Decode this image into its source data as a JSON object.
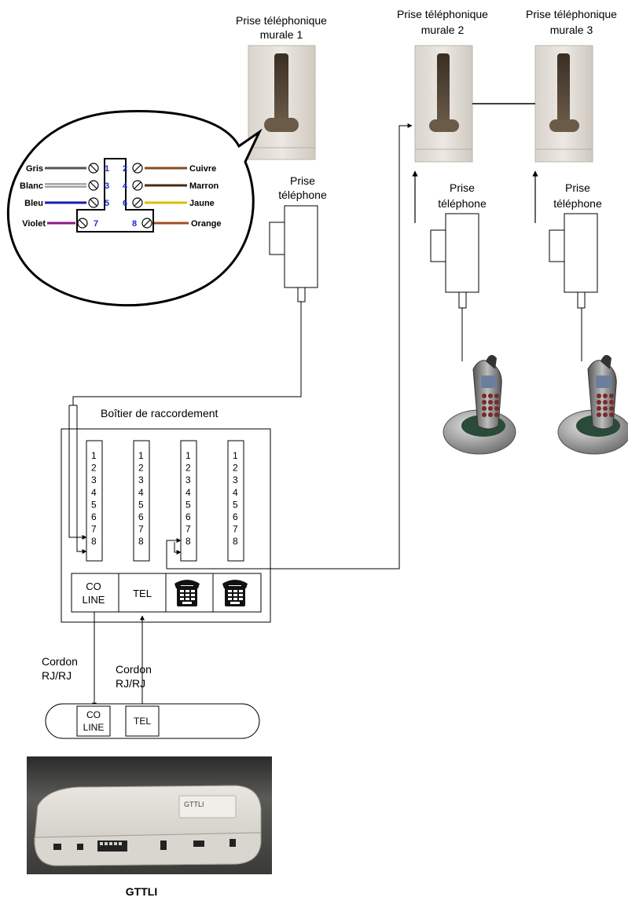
{
  "wall_sockets": [
    {
      "title_line1": "Prise téléphonique",
      "title_line2": "murale 1"
    },
    {
      "title_line1": "Prise téléphonique",
      "title_line2": "murale 2"
    },
    {
      "title_line1": "Prise téléphonique",
      "title_line2": "murale 3"
    }
  ],
  "phone_plugs": [
    {
      "line1": "Prise",
      "line2": "téléphone"
    },
    {
      "line1": "Prise",
      "line2": "téléphone"
    },
    {
      "line1": "Prise",
      "line2": "téléphone"
    }
  ],
  "wiring": {
    "left": [
      {
        "color_name": "Gris",
        "number": "1",
        "hex": "#555555"
      },
      {
        "color_name": "Blanc",
        "number": "3",
        "hex": "#dddddd"
      },
      {
        "color_name": "Bleu",
        "number": "5",
        "hex": "#1a1ab0"
      },
      {
        "color_name": "Violet",
        "number": "7",
        "hex": "#8a1a8a"
      }
    ],
    "right": [
      {
        "color_name": "Cuivre",
        "number": "2",
        "hex": "#8a4a20"
      },
      {
        "color_name": "Marron",
        "number": "4",
        "hex": "#4a2a10"
      },
      {
        "color_name": "Jaune",
        "number": "6",
        "hex": "#d8c000"
      },
      {
        "color_name": "Orange",
        "number": "8",
        "hex": "#a05020"
      }
    ]
  },
  "junction_box": {
    "title": "Boîtier de raccordement",
    "pin_numbers": [
      "1",
      "2",
      "3",
      "4",
      "5",
      "6",
      "7",
      "8"
    ],
    "ports": [
      {
        "line1": "CO",
        "line2": "LINE",
        "kind": "text"
      },
      {
        "line1": "TEL",
        "line2": "",
        "kind": "text"
      },
      {
        "icon": "telephone-icon",
        "kind": "icon"
      },
      {
        "icon": "telephone-icon",
        "kind": "icon"
      }
    ]
  },
  "cords": [
    {
      "line1": "Cordon",
      "line2": "RJ/RJ"
    },
    {
      "line1": "Cordon",
      "line2": "RJ/RJ"
    }
  ],
  "device": {
    "port_co_line1": "CO",
    "port_co_line2": "LINE",
    "port_tel": "TEL",
    "label": "GTTLI",
    "body_label": "GTTLI"
  }
}
